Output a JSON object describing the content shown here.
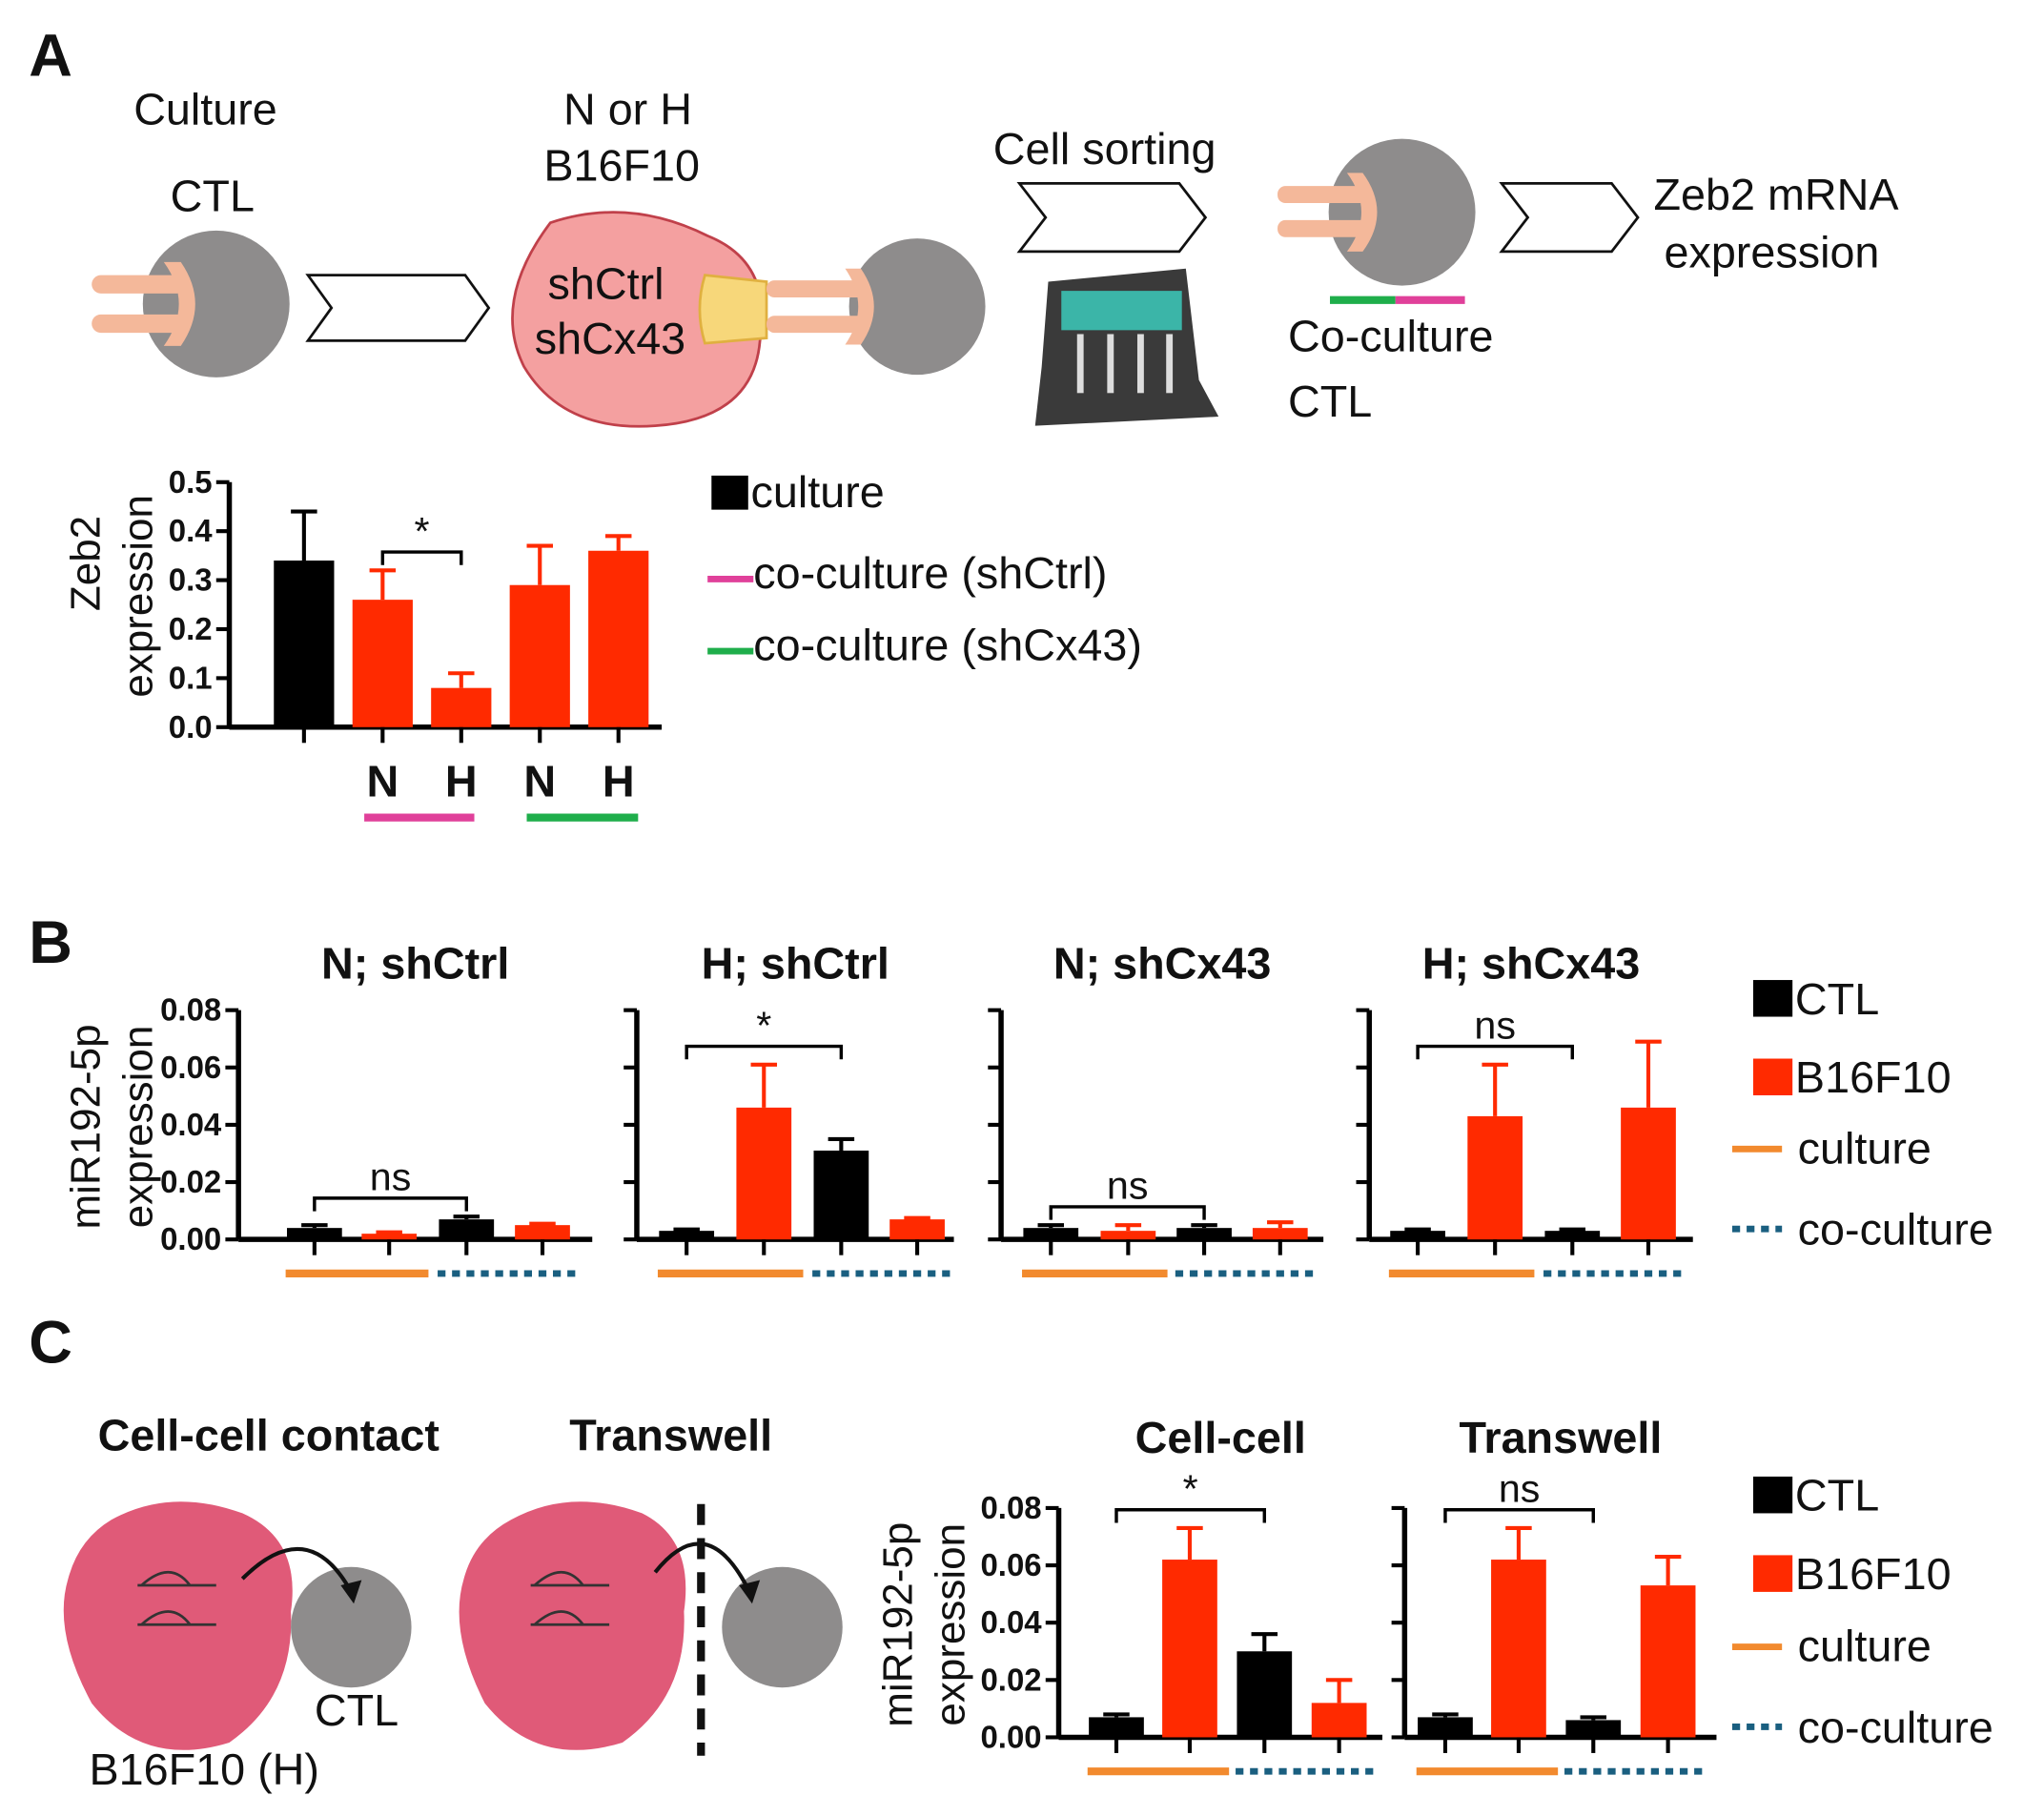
{
  "panels": {
    "A": "A",
    "B": "B",
    "C": "C"
  },
  "colors": {
    "black": "#000000",
    "red": "#ff2a00",
    "magenta": "#e0409a",
    "green": "#1fae4b",
    "orange": "#f28a2e",
    "blue": "#1a5f80",
    "gray": "#8e8c8c",
    "tumor_a": "#f4a0a0",
    "tumor_c": "#e05a78"
  },
  "panel_a": {
    "culture_label": "Culture",
    "ctl_label": "CTL",
    "n_or_h": "N or H",
    "b16f10": "B16F10",
    "shctrl": "shCtrl",
    "shcx43": "shCx43",
    "cell_sorting": "Cell sorting",
    "co_culture": "Co-culture",
    "ctl_label2": "CTL",
    "zeb2_line1": "Zeb2 mRNA",
    "zeb2_line2": "expression",
    "legend": [
      "culture",
      "co-culture (shCtrl)",
      "co-culture (shCx43)"
    ]
  },
  "panel_b_legend": [
    "CTL",
    "B16F10",
    "culture",
    "co-culture"
  ],
  "panel_c": {
    "cell_contact_title": "Cell-cell contact",
    "transwell_title": "Transwell",
    "ctl_label": "CTL",
    "b16f10_h": "B16F10 (H)",
    "legend": [
      "CTL",
      "B16F10",
      "culture",
      "co-culture"
    ]
  },
  "chart_data": [
    {
      "type": "bar",
      "id": "zeb2",
      "title": "",
      "ylabel": "Zeb2 expression",
      "ylim": [
        0,
        0.5
      ],
      "yticks": [
        "0.0",
        "0.1",
        "0.2",
        "0.3",
        "0.4",
        "0.5"
      ],
      "category_labels": [
        "",
        "N",
        "H",
        "N",
        "H"
      ],
      "values": [
        0.34,
        0.26,
        0.08,
        0.29,
        0.36
      ],
      "errors": [
        0.1,
        0.06,
        0.03,
        0.08,
        0.03
      ],
      "colors": [
        "#000000",
        "#ff2a00",
        "#ff2a00",
        "#ff2a00",
        "#ff2a00"
      ],
      "significance": [
        {
          "from": 1,
          "to": 2,
          "label": "*"
        }
      ]
    },
    {
      "type": "bar",
      "id": "b1",
      "title": "N; shCtrl",
      "ylabel": "miR192-5p expression",
      "ylim": [
        0,
        0.08
      ],
      "yticks": [
        "0.00",
        "0.02",
        "0.04",
        "0.06",
        "0.08"
      ],
      "values": [
        0.004,
        0.002,
        0.007,
        0.005
      ],
      "errors": [
        0.001,
        0.0005,
        0.001,
        0.0005
      ],
      "colors": [
        "#000000",
        "#ff2a00",
        "#000000",
        "#ff2a00"
      ],
      "significance": [
        {
          "from": 0,
          "to": 2,
          "label": "ns"
        }
      ]
    },
    {
      "type": "bar",
      "id": "b2",
      "title": "H; shCtrl",
      "ylim": [
        0,
        0.08
      ],
      "values": [
        0.003,
        0.046,
        0.031,
        0.007
      ],
      "errors": [
        0.0005,
        0.015,
        0.004,
        0.0005
      ],
      "colors": [
        "#000000",
        "#ff2a00",
        "#000000",
        "#ff2a00"
      ],
      "significance": [
        {
          "from": 0,
          "to": 2,
          "label": "*"
        }
      ]
    },
    {
      "type": "bar",
      "id": "b3",
      "title": "N; shCx43",
      "ylim": [
        0,
        0.08
      ],
      "values": [
        0.004,
        0.003,
        0.004,
        0.004
      ],
      "errors": [
        0.001,
        0.002,
        0.001,
        0.002
      ],
      "colors": [
        "#000000",
        "#ff2a00",
        "#000000",
        "#ff2a00"
      ],
      "significance": [
        {
          "from": 0,
          "to": 2,
          "label": "ns"
        }
      ]
    },
    {
      "type": "bar",
      "id": "b4",
      "title": "H; shCx43",
      "ylim": [
        0,
        0.08
      ],
      "values": [
        0.003,
        0.043,
        0.003,
        0.046
      ],
      "errors": [
        0.0005,
        0.018,
        0.0005,
        0.023
      ],
      "colors": [
        "#000000",
        "#ff2a00",
        "#000000",
        "#ff2a00"
      ],
      "significance": [
        {
          "from": 0,
          "to": 2,
          "label": "ns"
        }
      ]
    },
    {
      "type": "bar",
      "id": "c1",
      "title": "Cell-cell",
      "ylabel": "miR192-5p expression",
      "ylim": [
        0,
        0.08
      ],
      "yticks": [
        "0.00",
        "0.02",
        "0.04",
        "0.06",
        "0.08"
      ],
      "values": [
        0.007,
        0.062,
        0.03,
        0.012
      ],
      "errors": [
        0.001,
        0.011,
        0.006,
        0.008
      ],
      "colors": [
        "#000000",
        "#ff2a00",
        "#000000",
        "#ff2a00"
      ],
      "significance": [
        {
          "from": 0,
          "to": 2,
          "label": "*"
        }
      ]
    },
    {
      "type": "bar",
      "id": "c2",
      "title": "Transwell",
      "ylim": [
        0,
        0.08
      ],
      "values": [
        0.007,
        0.062,
        0.006,
        0.053
      ],
      "errors": [
        0.001,
        0.011,
        0.001,
        0.01
      ],
      "colors": [
        "#000000",
        "#ff2a00",
        "#000000",
        "#ff2a00"
      ],
      "significance": [
        {
          "from": 0,
          "to": 2,
          "label": "ns"
        }
      ]
    }
  ]
}
